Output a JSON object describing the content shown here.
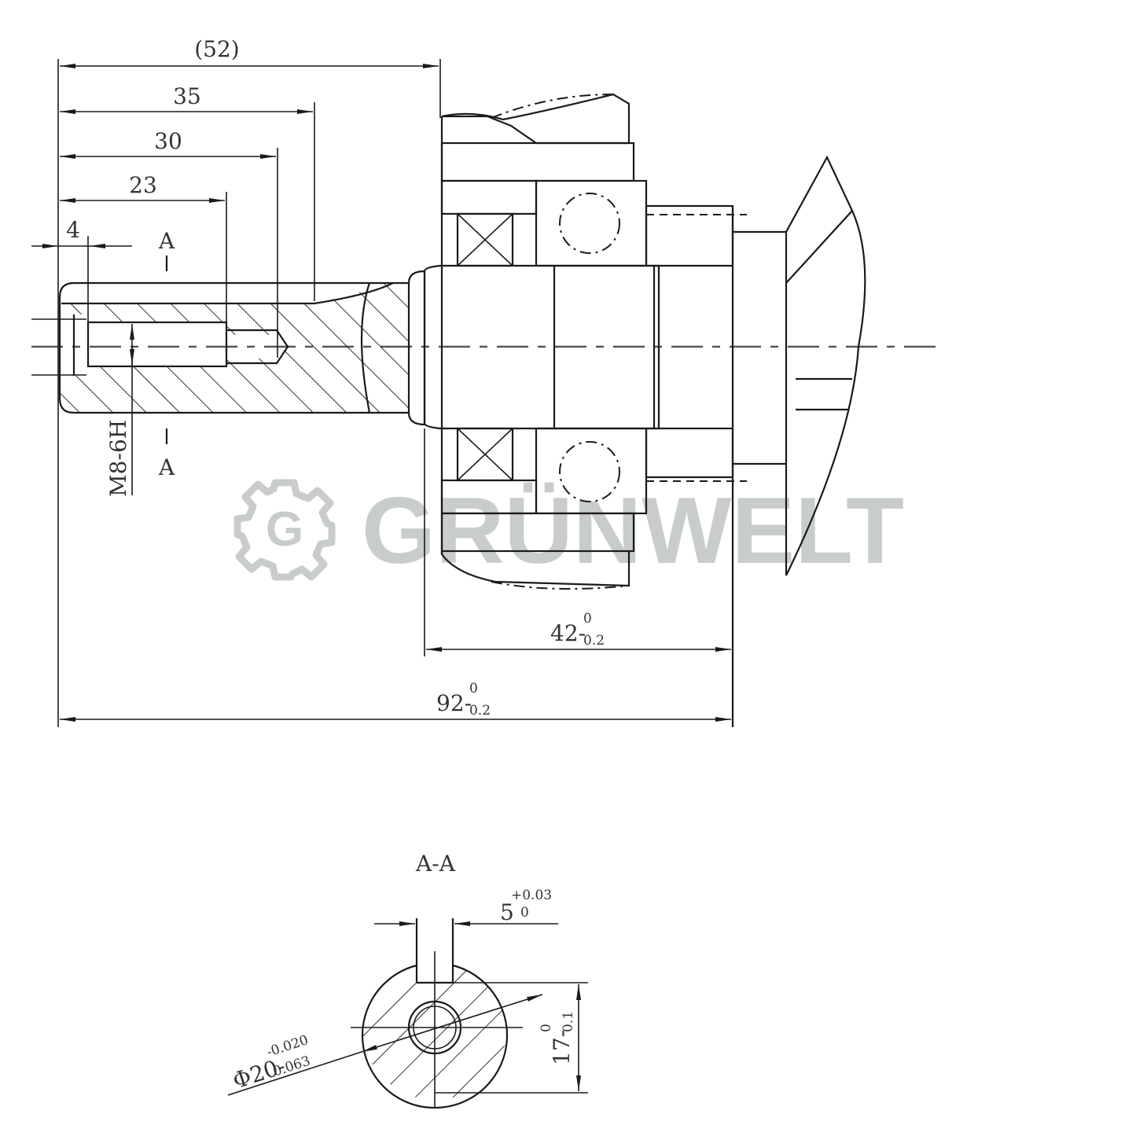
{
  "drawing": {
    "type": "engineering-drawing",
    "subject": "output shaft with bearing and seal, section view",
    "dimensions": {
      "d52": "(52)",
      "d35": "35",
      "d30": "30",
      "d23": "23",
      "d4": "4",
      "thread": "M8-6H",
      "d42": {
        "nominal": "42-",
        "upper": "0",
        "lower": "0.2"
      },
      "d92": {
        "nominal": "92-",
        "upper": "0",
        "lower": "0.2"
      }
    },
    "section_marks": {
      "top": "A",
      "bottom": "A"
    },
    "section_view": {
      "title": "A-A",
      "keyway_width": {
        "nominal": "5",
        "upper": "+0.03",
        "lower": "0"
      },
      "key_depth": {
        "nominal": "17-",
        "upper": "0",
        "lower": "0.1"
      },
      "diameter": {
        "nominal": "Φ20-",
        "upper": "-0.020",
        "lower": "0.063"
      }
    }
  },
  "watermark": {
    "brand": "GRÜNWELT",
    "logo_letter": "G",
    "color": "#c9cccc"
  }
}
